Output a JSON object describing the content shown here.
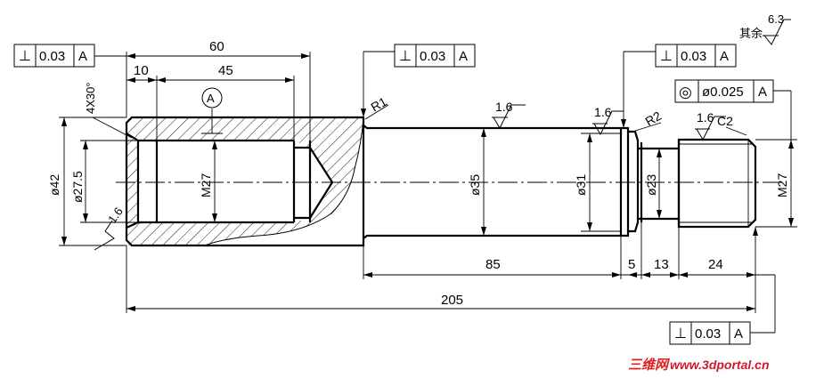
{
  "dimensions": {
    "overall_length": "205",
    "bore_length": "60",
    "bore_offset": "10",
    "thread_depth": "45",
    "seg_85": "85",
    "seg_5": "5",
    "seg_13": "13",
    "seg_24": "24",
    "dia_42": "ø42",
    "dia_27_5": "ø27.5",
    "thread_inner": "M27",
    "dia_35": "ø35",
    "dia_31": "ø31",
    "dia_23": "ø23",
    "thread_outer": "M27",
    "chamfer_bore": "4X30°",
    "radius_1": "R1",
    "radius_2": "R2",
    "chamfer_2": "C2"
  },
  "roughness": {
    "r1": "1.6",
    "r2": "1.6",
    "r3": "1.6",
    "r4": "1.6",
    "rest_label": "其余",
    "rest_value": "6.3"
  },
  "datum": {
    "label": "A"
  },
  "frames": [
    {
      "symbol": "⊥",
      "value": "0.03",
      "datum": "A"
    },
    {
      "symbol": "⊥",
      "value": "0.03",
      "datum": "A"
    },
    {
      "symbol": "⊥",
      "value": "0.03",
      "datum": "A"
    },
    {
      "symbol": "◎",
      "value": "ø0.025",
      "datum": "A"
    },
    {
      "symbol": "⊥",
      "value": "0.03",
      "datum": "A"
    }
  ],
  "watermark": {
    "cn": "三维网",
    "url": "www.3dportal.cn",
    "color_cn": "#e2201d",
    "color_url": "#d1182c"
  }
}
